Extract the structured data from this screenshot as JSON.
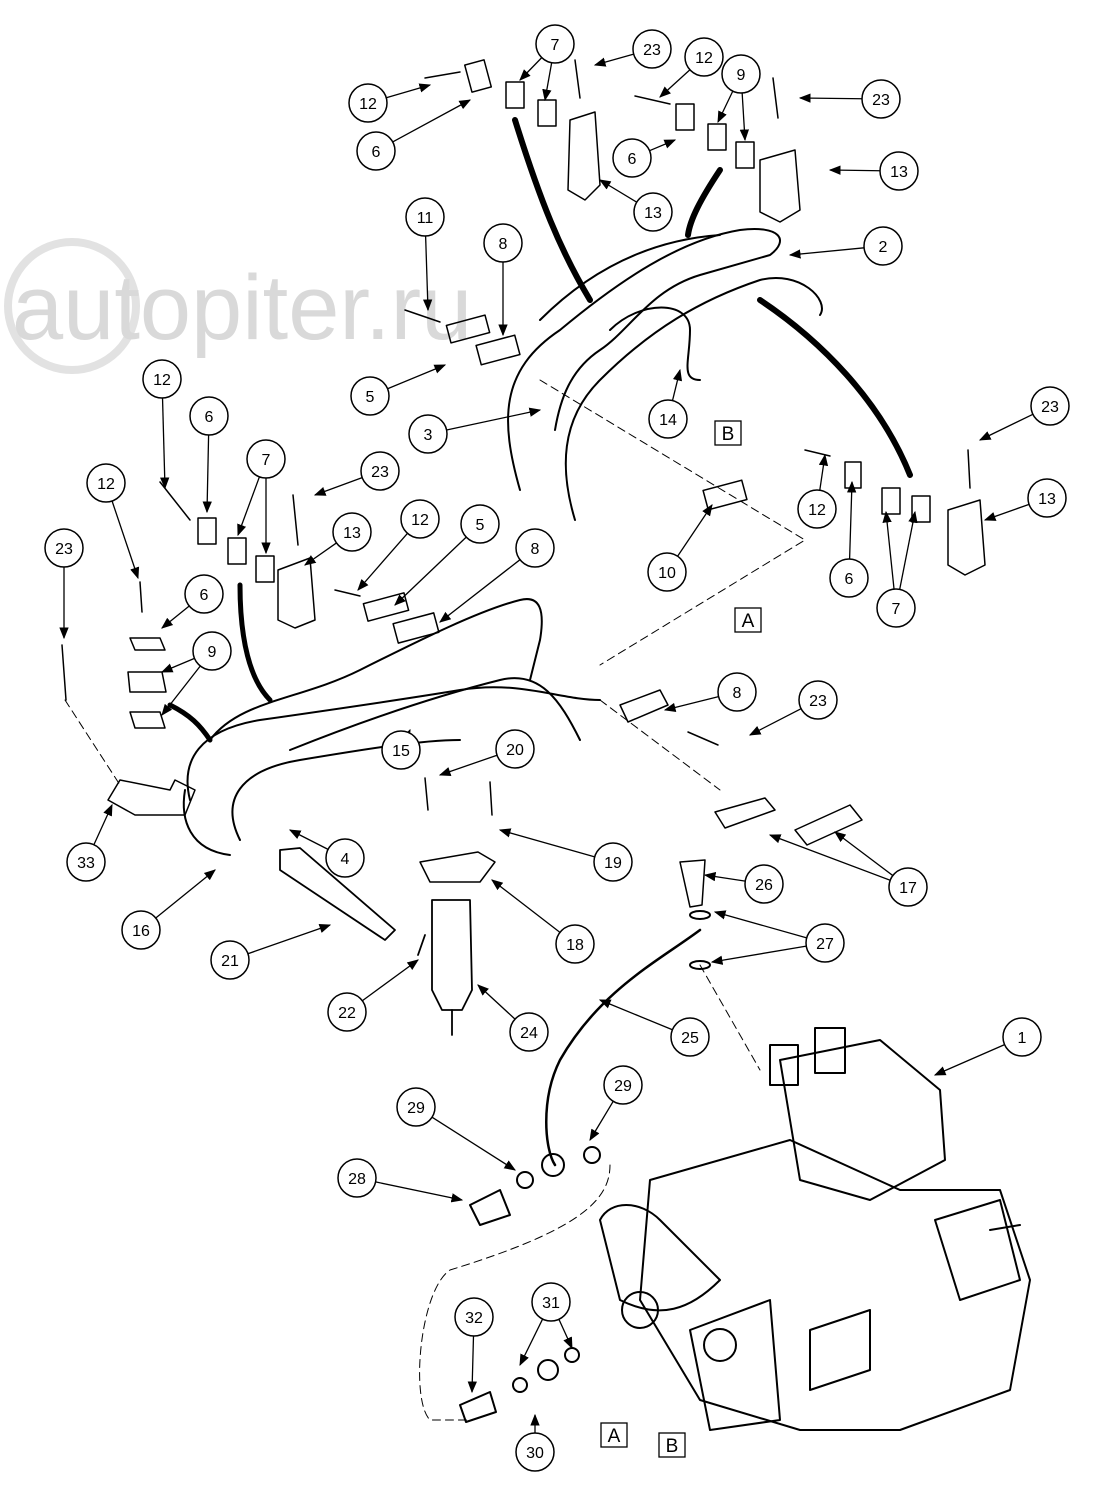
{
  "diagram": {
    "watermark": "autopiter.ru",
    "callouts": [
      "12",
      "6",
      "7",
      "23",
      "12",
      "9",
      "23",
      "6",
      "13",
      "13",
      "2",
      "11",
      "8",
      "5",
      "3",
      "14",
      "12",
      "6",
      "7",
      "23",
      "12",
      "13",
      "12",
      "5",
      "8",
      "10",
      "23",
      "12",
      "6",
      "7",
      "13",
      "23",
      "6",
      "9",
      "8",
      "23",
      "15",
      "20",
      "33",
      "4",
      "19",
      "17",
      "26",
      "16",
      "18",
      "27",
      "21",
      "22",
      "24",
      "25",
      "1",
      "29",
      "29",
      "28",
      "31",
      "32",
      "30"
    ],
    "section_boxes": [
      "B",
      "A",
      "A",
      "B"
    ],
    "colors": {
      "line": "#000000",
      "fill": "#ffffff",
      "watermark": "#d9d9d9"
    }
  }
}
